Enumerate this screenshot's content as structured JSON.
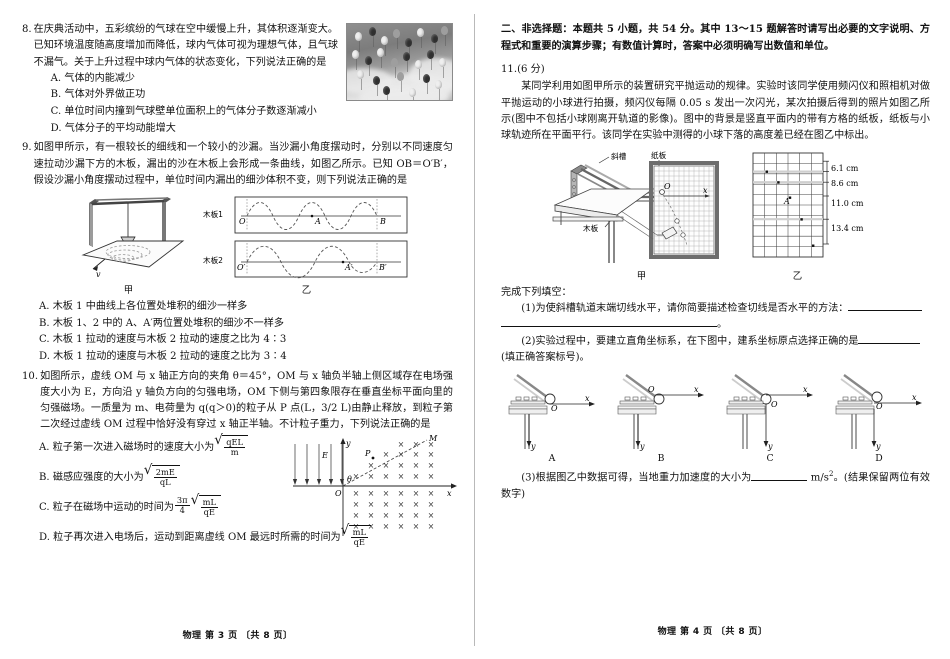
{
  "document": {
    "subject": "物理",
    "left_footer": "物理 第 3 页 〔共 8 页〕",
    "right_footer": "物理 第 4 页 〔共 8 页〕"
  },
  "left_column": {
    "q8": {
      "number": "8.",
      "stem": "在庆典活动中，五彩缤纷的气球在空中缓慢上升，其体积逐渐变大。已知环境温度随高度增加而降低，球内气体可视为理想气体，且气球不漏气。关于上升过程中球内气体的状态变化，下列说法正确的是",
      "options": [
        "A. 气体的内能减少",
        "B. 气体对外界做正功",
        "C. 单位时间内撞到气球壁单位面积上的气体分子数逐渐减小",
        "D. 气体分子的平均动能增大"
      ],
      "image_alt": "balloons-photo"
    },
    "q9": {
      "number": "9.",
      "stem": "如图甲所示，有一根较长的细线和一个较小的沙漏。当沙漏小角度摆动时，分别以不同速度匀速拉动沙漏下方的木板，漏出的沙在木板上会形成一条曲线，如图乙所示。已知 OB＝O′B′，假设沙漏小角度摆动过程中，单位时间内漏出的细沙体积不变，则下列说法正确的是",
      "figure": {
        "left_caption": "甲",
        "right_caption": "乙",
        "velocity_label": "v",
        "board1_label": "木板1",
        "board2_label": "木板2",
        "board1_points": [
          "O",
          "A",
          "B"
        ],
        "board2_points": [
          "O′",
          "A′",
          "B′"
        ],
        "board1_cycles": 2,
        "board2_cycles": 1.5
      },
      "options": [
        "A. 木板 1 中曲线上各位置处堆积的细沙一样多",
        "B. 木板 1、2 中的 A、A′两位置处堆积的细沙不一样多",
        "C. 木板 1 拉动的速度与木板 2 拉动的速度之比为 4∶3",
        "D. 木板 1 拉动的速度与木板 2 拉动的速度之比为 3∶4"
      ]
    },
    "q10": {
      "number": "10.",
      "stem": "如图所示，虚线 OM 与 x 轴正方向的夹角 θ＝45°，OM 与 x 轴负半轴上侧区域存在电场强度大小为 E，方向沿 y 轴负方向的匀强电场，OM 下侧与第四象限存在垂直坐标平面向里的匀强磁场。一质量为 m、电荷量为 q(q＞0)的粒子从 P 点(L，3/2 L)由静止释放，到粒子第二次经过虚线 OM 过程中恰好没有穿过 x 轴正半轴。不计粒子重力，下列说法正确的是",
      "figure": {
        "axis_x": "x",
        "axis_y": "y",
        "origin": "O",
        "field_label": "E",
        "point_label": "P",
        "line_label": "M",
        "angle_label": "θ",
        "field_symbol": "×"
      },
      "options": [
        {
          "label": "A.",
          "text": "粒子第一次进入磁场时的速度大小为",
          "formula": "sqrt(qEL/m)"
        },
        {
          "label": "B.",
          "text": "磁感应强度的大小为",
          "formula": "sqrt(2mE/qL)"
        },
        {
          "label": "C.",
          "text": "粒子在磁场中运动的时间为",
          "formula": "(3π/4)·sqrt(mL/qE)"
        },
        {
          "label": "D.",
          "text": "粒子再次进入电场后，运动到距离虚线 OM 最远时所需的时间为",
          "formula": "sqrt(mL/qE)"
        }
      ],
      "formula_parts": {
        "A_num": "qEL",
        "A_den": "m",
        "B_num": "2mE",
        "B_den": "qL",
        "C_coef_num": "3π",
        "C_coef_den": "4",
        "C_num": "mL",
        "C_den": "qE",
        "D_num": "mL",
        "D_den": "qE"
      }
    }
  },
  "right_column": {
    "section_heading": "二、非选择题：本题共 5 小题，共 54 分。其中 13～15 题解答时请写出必要的文字说明、方程式和重要的演算步骤；有数值计算时，答案中必须明确写出数值和单位。",
    "q11": {
      "number": "11.",
      "score": "(6 分)",
      "stem": "某同学利用如图甲所示的装置研究平抛运动的规律。实验时该同学使用频闪仪和照相机对做平抛运动的小球进行拍摄，频闪仪每隔 0.05 s 发出一次闪光，某次拍摄后得到的照片如图乙所示(图中不包括小球刚离开轨道的影像)。图中的背景是竖直平面内的带有方格的纸板，纸板与小球轨迹所在平面平行。该同学在实验中测得的小球下落的高度差已经在图乙中标出。",
      "figure": {
        "caption_left": "甲",
        "caption_right": "乙",
        "labels": {
          "incline": "斜槽",
          "paperboard": "纸板",
          "woodboard": "木板",
          "origin": "O",
          "axis_x": "x",
          "point_A": "A"
        },
        "height_differences": [
          "6.1 cm",
          "8.6 cm",
          "11.0 cm",
          "13.4 cm"
        ],
        "flash_interval": "0.05 s"
      },
      "fill_lead": "完成下列填空：",
      "sub1": "(1)为使斜槽轨道末端切线水平，请你简要描述检查切线是否水平的方法：",
      "sub1_tail": "。",
      "sub2": "(2)实验过程中，要建立直角坐标系，在下图中，建系坐标原点选择正确的是",
      "sub2_tail": "(填正确答案标号)。",
      "choice_labels": [
        "A",
        "B",
        "C",
        "D"
      ],
      "choice_axis": {
        "x": "x",
        "y": "y",
        "origin": "O"
      },
      "sub3_pre": "(3)根据图乙中数据可得，当地重力加速度的大小为",
      "sub3_unit": "m/s",
      "sub3_exp": "2",
      "sub3_tail": "。(结果保留两位有效数字)"
    }
  }
}
